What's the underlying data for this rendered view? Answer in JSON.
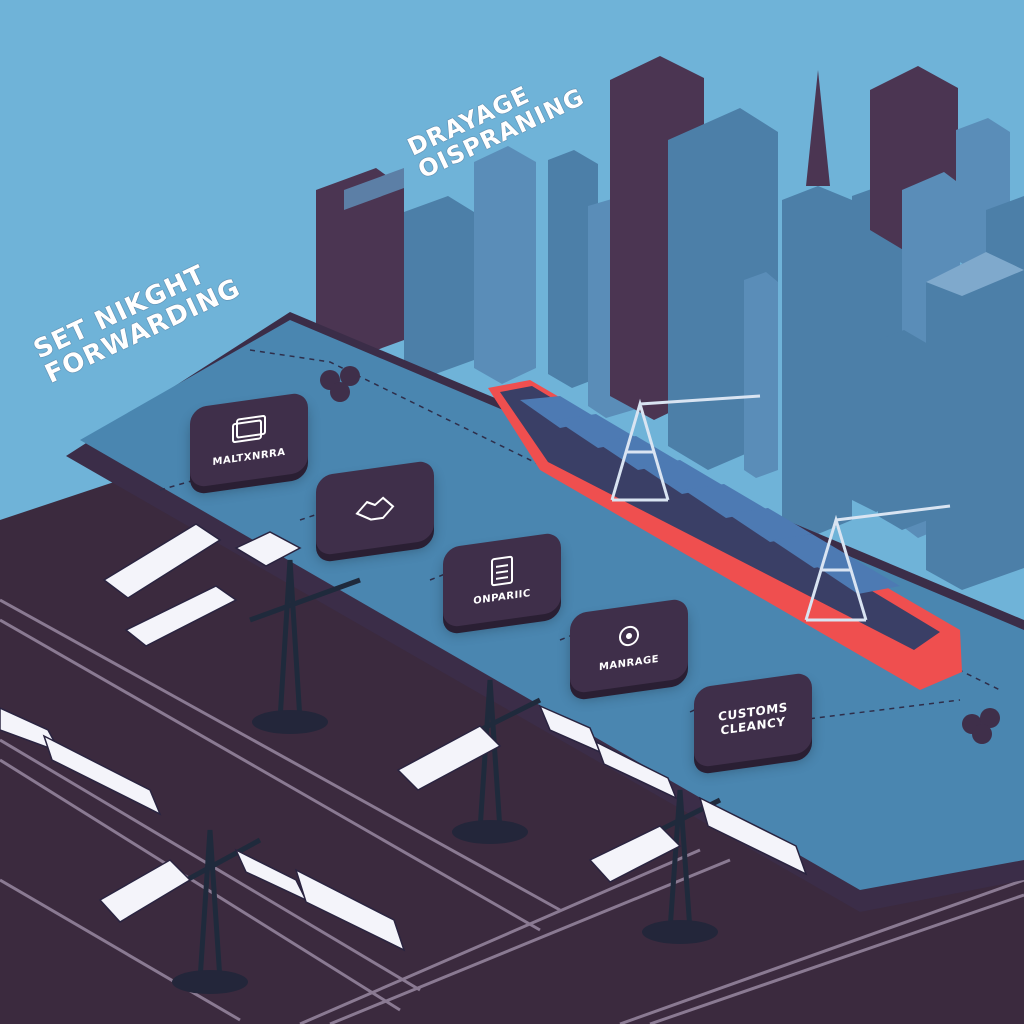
{
  "headlines": {
    "left": {
      "line1": "SET NIKGHT",
      "line2": "FORWARDING"
    },
    "top": {
      "line1": "DRAYAGE",
      "line2": "OISPRANING"
    }
  },
  "tiles": [
    {
      "label": "MALTXNRRA",
      "icon": "document-stack-icon"
    },
    {
      "label": "",
      "icon": "handshake-icon"
    },
    {
      "label": "ONPARIIC",
      "icon": "calculator-icon"
    },
    {
      "label": "MANRAGE",
      "icon": "location-pin-icon"
    },
    {
      "label": "CUSTOMS\nCLEANCY",
      "icon": ""
    }
  ],
  "colors": {
    "sky": "#6fb3d8",
    "platform": "#4a86b0",
    "platform_border": "#3b2d48",
    "ground": "#3b2a3e",
    "ship_hull": "#ef4f4f",
    "ship_deck": "#3a3f66",
    "containers": "#4d7ab3",
    "crane": "#d9e4f2",
    "skyscraper_dark": "#4b3552",
    "skyscraper_blue": "#4c7fa8",
    "tile": "#3f2f4a",
    "truck": "#f4f4fa"
  }
}
